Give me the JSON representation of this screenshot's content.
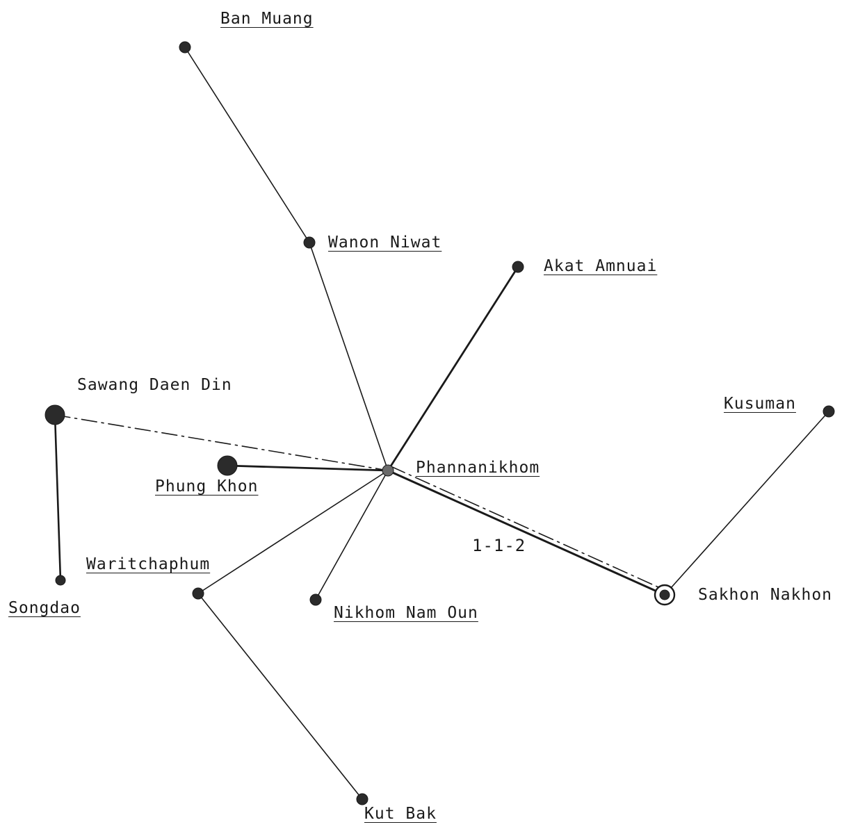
{
  "nodes": {
    "ban_muang": "Ban Muang",
    "wanon_niwat": "Wanon Niwat",
    "akat_amnuai": "Akat Amnuai",
    "sawang_daen_din": "Sawang Daen Din",
    "kusuman": "Kusuman",
    "phannanikhom": "Phannanikhom",
    "phung_khon": "Phung Khon",
    "waritchaphum": "Waritchaphum",
    "songdao": "Songdao",
    "nikhom_nam_oun": "Nikhom Nam Oun",
    "sakhon_nakhon": "Sakhon Nakhon",
    "kut_bak": "Kut Bak"
  },
  "edges": [
    {
      "from": "Ban Muang",
      "to": "Wanon Niwat",
      "style": "solid"
    },
    {
      "from": "Wanon Niwat",
      "to": "Phannanikhom",
      "style": "solid"
    },
    {
      "from": "Akat Amnuai",
      "to": "Phannanikhom",
      "style": "solid-thick"
    },
    {
      "from": "Phung Khon",
      "to": "Phannanikhom",
      "style": "solid-thick"
    },
    {
      "from": "Sawang Daen Din",
      "to": "Phannanikhom",
      "style": "dash-dot"
    },
    {
      "from": "Sawang Daen Din",
      "to": "Songdao",
      "style": "solid-thick"
    },
    {
      "from": "Phannanikhom",
      "to": "Waritchaphum",
      "style": "solid"
    },
    {
      "from": "Phannanikhom",
      "to": "Nikhom Nam Oun",
      "style": "solid"
    },
    {
      "from": "Phannanikhom",
      "to": "Sakhon Nakhon",
      "style": "solid-thick"
    },
    {
      "from": "Phannanikhom",
      "to": "Sakhon Nakhon",
      "style": "dash-dot"
    },
    {
      "from": "Sakhon Nakhon",
      "to": "Kusuman",
      "style": "solid"
    },
    {
      "from": "Waritchaphum",
      "to": "Kut Bak",
      "style": "solid"
    }
  ],
  "route_label": "1-1-2",
  "colors": {
    "ink": "#1a1a1a",
    "node_fill": "#2b2b2b",
    "background": "#ffffff"
  }
}
